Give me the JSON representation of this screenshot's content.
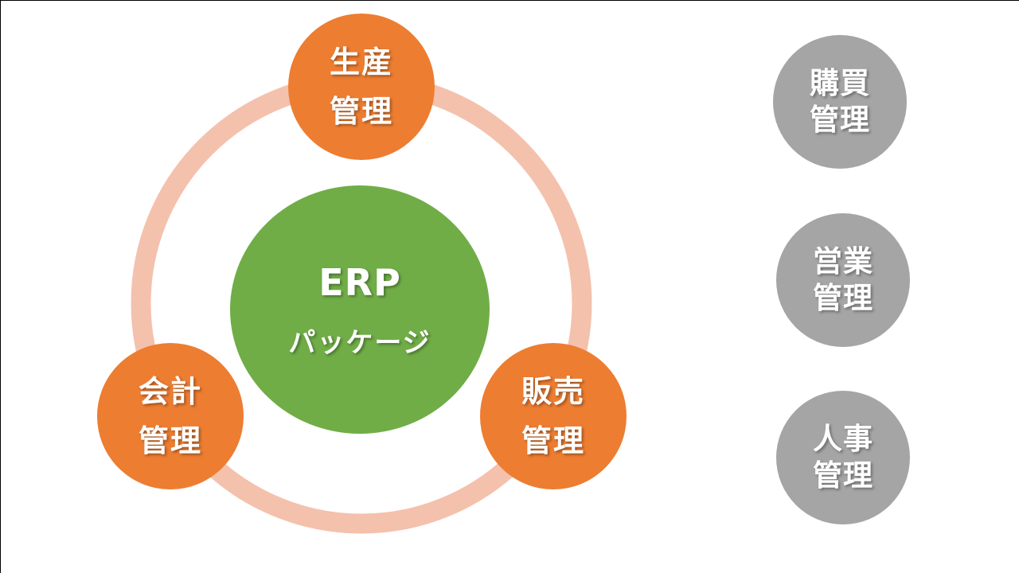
{
  "diagram": {
    "center": {
      "line1": "ERP",
      "line2": "パッケージ"
    },
    "modules": [
      {
        "line1": "生産",
        "line2": "管理"
      },
      {
        "line1": "会計",
        "line2": "管理"
      },
      {
        "line1": "販売",
        "line2": "管理"
      }
    ],
    "other_modules": [
      {
        "line1": "購買",
        "line2": "管理"
      },
      {
        "line1": "営業",
        "line2": "管理"
      },
      {
        "line1": "人事",
        "line2": "管理"
      }
    ]
  },
  "colors": {
    "ring": "#f4c1ad",
    "module": "#ed7d31",
    "center": "#70ad47",
    "other": "#a5a5a5",
    "text": "#ffffff"
  }
}
